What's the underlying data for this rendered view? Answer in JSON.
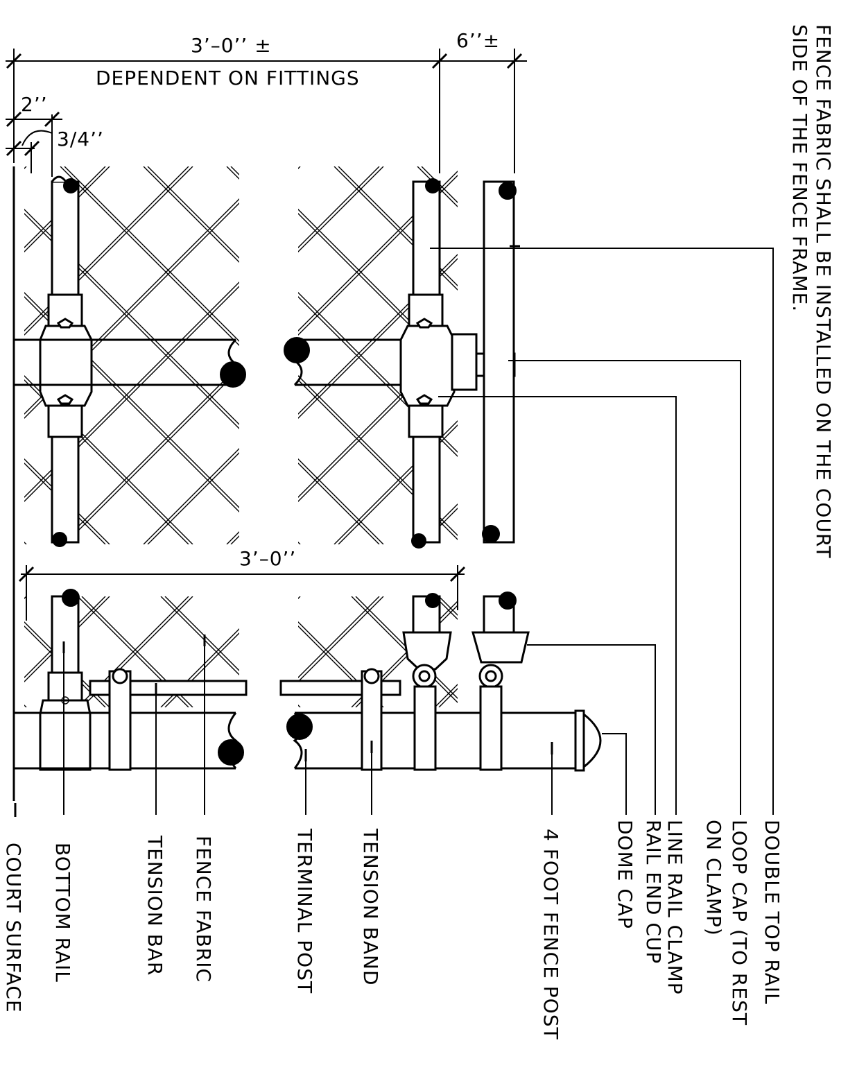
{
  "note": {
    "line1": "FENCE FABRIC SHALL BE INSTALLED ON THE COURT",
    "line2": "SIDE OF THE FENCE FRAME."
  },
  "dimensions": {
    "top_width": "3’–0’’ ±",
    "top_width_note": "DEPENDENT ON FITTINGS",
    "rail_offset": "6’’±",
    "edge_offset": "2’’",
    "edge_small": "3/4’’",
    "post_spacing": "3’–0’’"
  },
  "labels": {
    "double_top_rail": "DOUBLE TOP RAIL",
    "loop_cap_1": "LOOP CAP (TO REST",
    "loop_cap_2": "ON CLAMP)",
    "line_rail_clamp": "LINE RAIL CLAMP",
    "rail_end_cup": "RAIL END CUP",
    "dome_cap": "DOME CAP",
    "fence_post": "4 FOOT FENCE POST",
    "tension_band": "TENSION BAND",
    "terminal_post": "TERMINAL POST",
    "fence_fabric": "FENCE FABRIC",
    "tension_bar": "TENSION BAR",
    "bottom_rail": "BOTTOM RAIL",
    "court_surface": "COURT SURFACE"
  }
}
